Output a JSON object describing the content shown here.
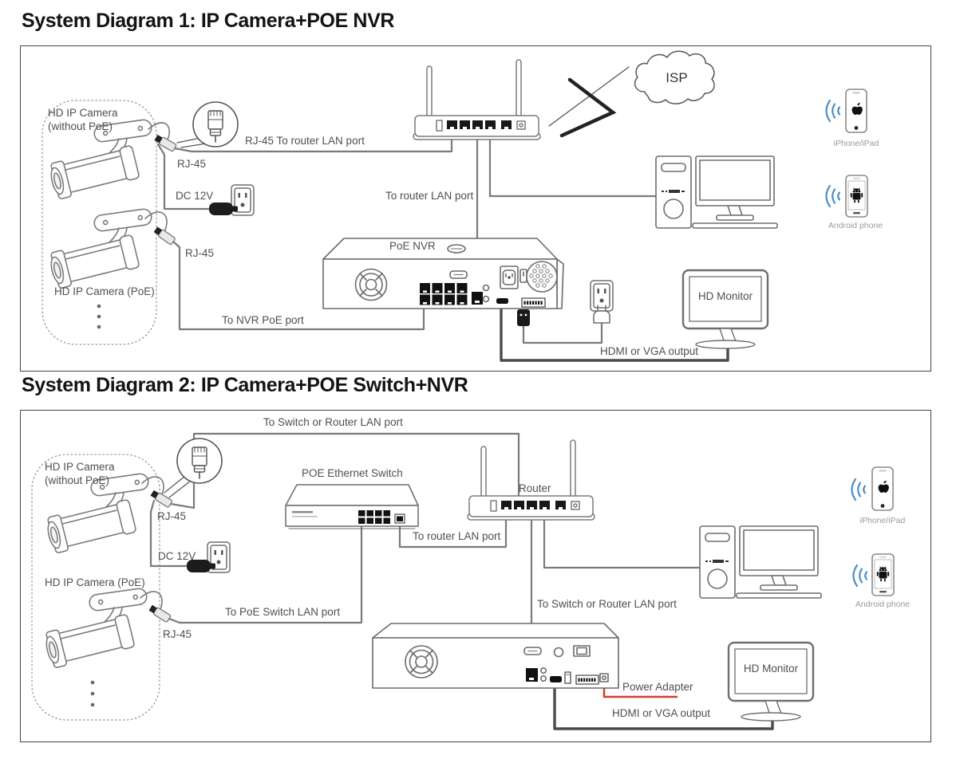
{
  "diagram1": {
    "title": "System Diagram 1: IP Camera+POE NVR",
    "labels": {
      "camera1_line1": "HD IP Camera",
      "camera1_line2": "(without PoE)",
      "rj45_cam1": "RJ-45",
      "dc_12v": "DC 12V",
      "rj45_to_router": "RJ-45 To router LAN port",
      "to_router_lan": "To router LAN port",
      "isp": "ISP",
      "camera2": "HD IP Camera (PoE)",
      "rj45_cam2": "RJ-45",
      "to_nvr_poe": "To NVR PoE port",
      "poe_nvr": "PoE NVR",
      "hdmi_vga": "HDMI or VGA output",
      "hd_monitor": "HD Monitor",
      "iphone": "iPhone/iPad",
      "android": "Android phone"
    }
  },
  "diagram2": {
    "title": "System Diagram 2: IP Camera+POE Switch+NVR",
    "labels": {
      "to_switch_top": "To Switch or Router LAN port",
      "camera1_line1": "HD IP Camera",
      "camera1_line2": "(without PoE)",
      "rj45_cam1": "RJ-45",
      "dc_12v": "DC 12V",
      "poe_switch": "POE Ethernet Switch",
      "to_router_lan": "To router LAN port",
      "router": "Router",
      "camera2": "HD IP Camera (PoE)",
      "rj45_cam2": "RJ-45",
      "to_poe_switch": "To PoE Switch LAN port",
      "to_switch_right": "To Switch or Router LAN port",
      "power_adapter": "Power Adapter",
      "hdmi_vga": "HDMI or VGA output",
      "hd_monitor": "HD Monitor",
      "iphone": "iPhone/iPad",
      "android": "Android phone"
    }
  },
  "colors": {
    "cable": "#7a7a7a",
    "hdmi_cable": "#4a4a4a",
    "power_adapter_line": "#d63b2f",
    "wifi": "#4a8fc7",
    "outline": "#6b6b6b"
  }
}
